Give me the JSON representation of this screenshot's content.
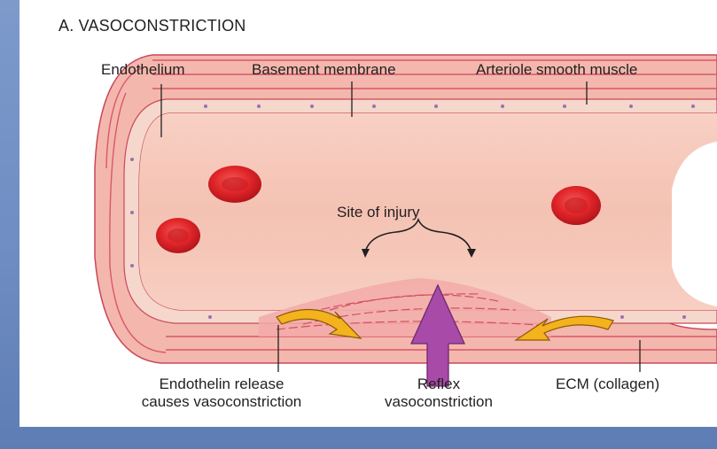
{
  "figure": {
    "title": "A. VASOCONSTRICTION",
    "labels": {
      "endothelium": "Endothelium",
      "basement_membrane": "Basement membrane",
      "smooth_muscle": "Arteriole smooth muscle",
      "site_of_injury": "Site of injury",
      "endothelin_line1": "Endothelin release",
      "endothelin_line2": "causes vasoconstriction",
      "reflex_line1": "Reflex",
      "reflex_line2": "vasoconstriction",
      "ecm": "ECM (collagen)"
    }
  }
}
